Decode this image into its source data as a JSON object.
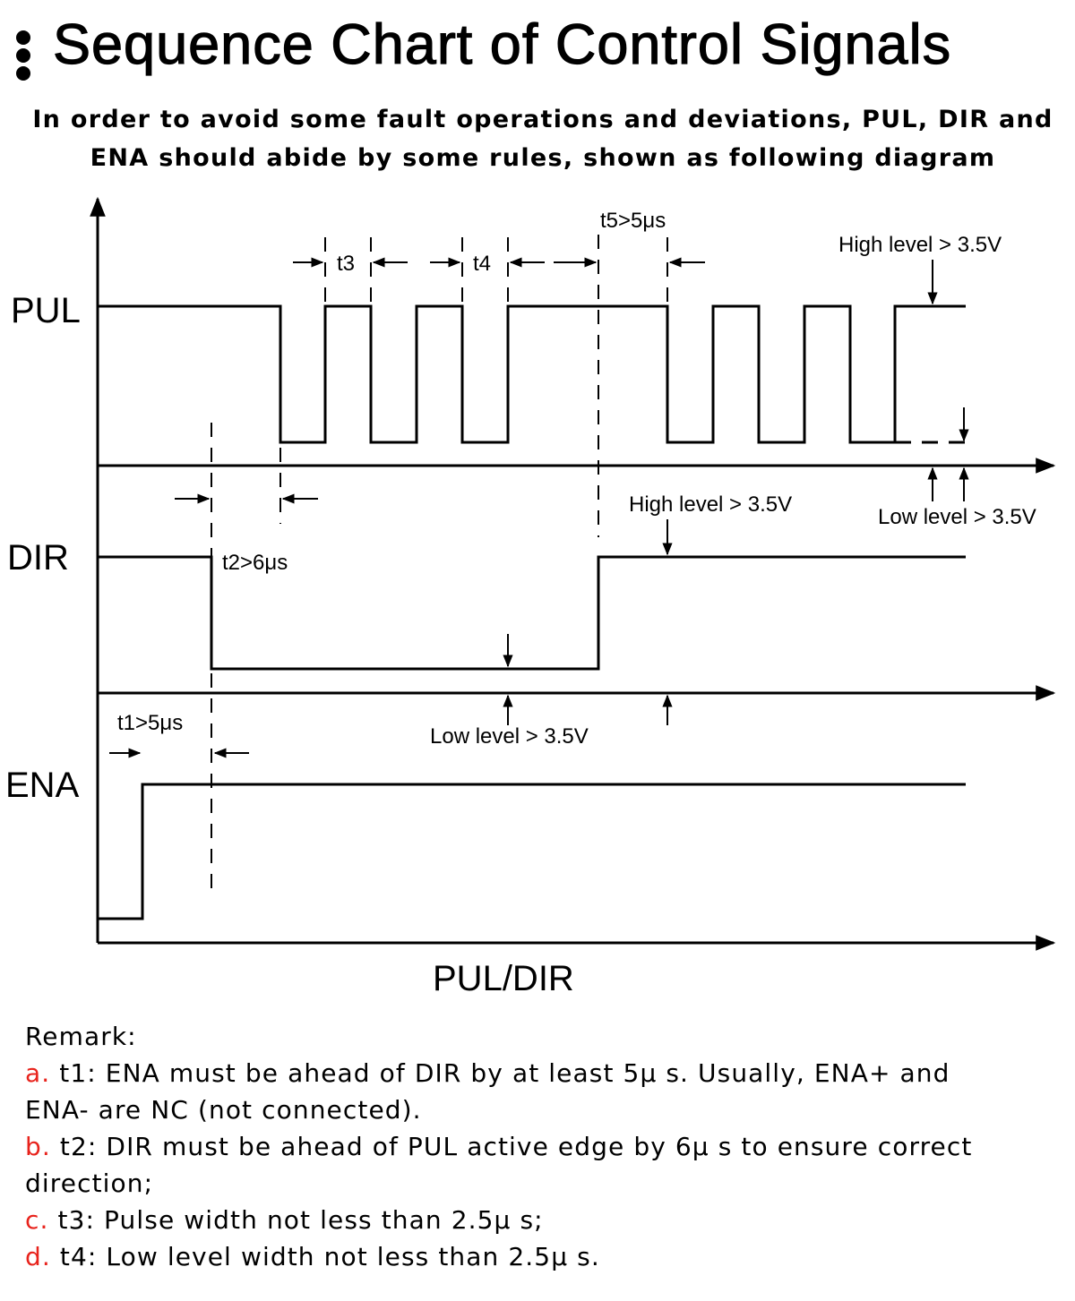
{
  "header": {
    "title": "Sequence Chart of Control Signals",
    "subtitle_lines": [
      "In order to avoid some fault operations and deviations, PUL, DIR and",
      "ENA should abide by some rules, shown as following diagram"
    ]
  },
  "diagram": {
    "signals": {
      "pul": "PUL",
      "dir": "DIR",
      "ena": "ENA"
    },
    "axis_label": "PUL/DIR",
    "timings": {
      "t1": "t1>5μs",
      "t2": "t2>6μs",
      "t3": "t3",
      "t4": "t4",
      "t5": "t5>5μs"
    },
    "levels": {
      "pul_high": "High level > 3.5V",
      "pul_low": "Low level > 3.5V",
      "dir_high": "High level > 3.5V",
      "dir_low": "Low level > 3.5V"
    }
  },
  "remarks": {
    "heading": "Remark:",
    "items": [
      {
        "letter": "a.",
        "lines": [
          "t1: ENA must be ahead of DIR by at least 5μ s. Usually, ENA+ and",
          "ENA- are NC (not connected)."
        ]
      },
      {
        "letter": "b.",
        "lines": [
          "t2: DIR must be ahead of PUL active edge by 6μ s to ensure correct",
          "direction;"
        ]
      },
      {
        "letter": "c.",
        "lines": [
          "t3: Pulse width not less than 2.5μ s;"
        ]
      },
      {
        "letter": "d.",
        "lines": [
          "t4: Low level width not less than 2.5μ s."
        ]
      }
    ],
    "accent_color": "#e8231c"
  }
}
